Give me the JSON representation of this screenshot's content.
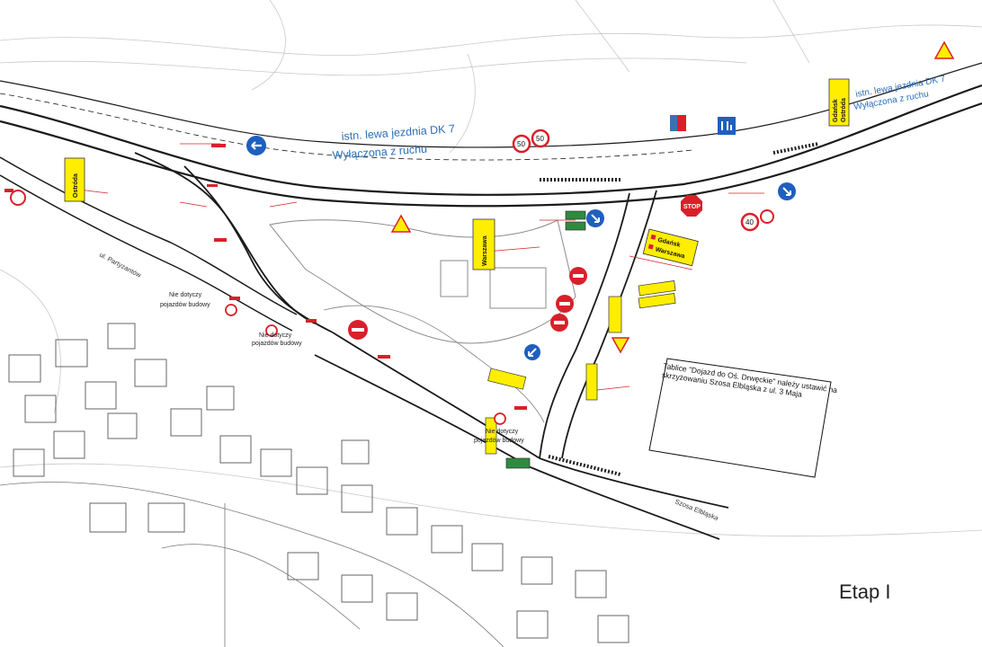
{
  "notes": {
    "closed_lane_line1": "istn. lewa jezdnia DK 7",
    "closed_lane_line2": "Wyłączona z ruchu",
    "top_right_line1": "istn. lewa jezdnia DK 7",
    "top_right_line2": "Wyłączona z ruchu",
    "not_for_construction_line1": "Nie dotyczy",
    "not_for_construction_line2": "pojazdów budowy",
    "board_note": "Tablice \"Dojazd do Oś. Drwęckie\" należy ustawić na skrzyżowaniu Szosa Elbląska z ul. 3 Maja"
  },
  "streets": {
    "partyzantow": "ul. Partyzantów",
    "szosa": "Szosa Elbląska"
  },
  "direction_signs": {
    "gdansk": "Gdańsk",
    "ostroda": "Ostróda",
    "warszawa": "Warszawa"
  },
  "speed_limits": [
    "50",
    "50",
    "40"
  ],
  "stop_sign": "STOP",
  "stage_label": "Etap I",
  "colors": {
    "road": "#1a1a1a",
    "building": "#555555",
    "sign_yellow": "#ffee00",
    "sign_red": "#d9202a",
    "sign_blue": "#1f5fbf",
    "note_blue": "#2a6fb8"
  },
  "icons": [
    "no-entry-icon",
    "mandatory-direction-icon",
    "speed-limit-icon",
    "stop-icon",
    "warning-triangle-icon",
    "barrier-icon"
  ]
}
